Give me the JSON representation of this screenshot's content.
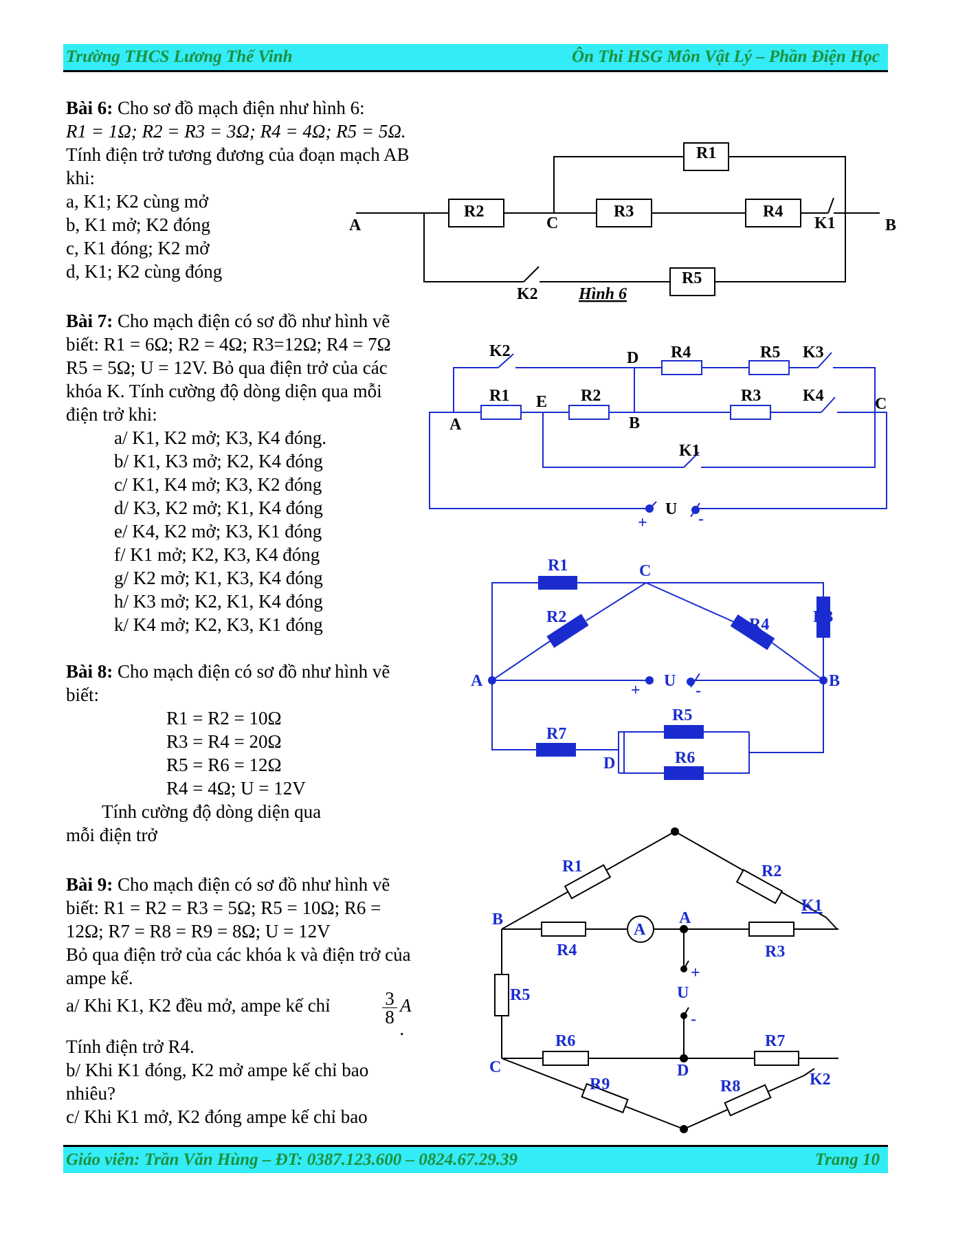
{
  "header": {
    "school": "Trường THCS Lương Thế Vinh",
    "subject": "Ôn Thi HSG Môn Vật Lý – Phần Điện Học"
  },
  "footer": {
    "teacher": "Giáo viên: Trần Văn Hùng – ĐT: 0387.123.600 – 0824.67.29.39",
    "page": "Trang 10"
  },
  "bai6": {
    "title": "Bài 6:",
    "intro": " Cho sơ đồ mạch điện như hình 6:",
    "values": "R1 = 1Ω;   R2 = R3 = 3Ω;   R4 = 4Ω;   R5 = 5Ω.",
    "question": "Tính điện trở tương đương của đoạn mạch AB khi:",
    "cases": [
      "a, K1; K2 cùng mở",
      "b, K1 mở; K2 đóng",
      "c, K1 đóng; K2 mở",
      "d, K1; K2 cùng đóng"
    ],
    "figure": {
      "caption": "Hình 6",
      "labels": {
        "r1": "R1",
        "r2": "R2",
        "r3": "R3",
        "r4": "R4",
        "r5": "R5",
        "a": "A",
        "b": "B",
        "c": "C",
        "k1": "K1",
        "k2": "K2"
      }
    }
  },
  "bai7": {
    "title": "Bài 7:",
    "intro": " Cho mạch điện có sơ đồ như hình vẽ biết: R1 = 6Ω; R2 = 4Ω; R3=12Ω; R4 = 7Ω",
    "line2": "R5 = 5Ω; U = 12V. Bỏ qua điện trở của các khóa K. Tính cường độ dòng diện qua mỗi điện trở khi:",
    "cases": [
      "a/ K1, K2 mở; K3, K4 đóng.",
      "b/ K1, K3 mở; K2, K4 đóng",
      "c/ K1, K4 mở; K3, K2 đóng",
      "d/ K3, K2 mở; K1, K4 đóng",
      "e/ K4, K2 mở; K3, K1 đóng",
      "f/ K1 mở; K2, K3, K4 đóng",
      "g/ K2 mở; K1, K3, K4 đóng",
      "h/ K3 mở; K2, K1, K4 đóng",
      "k/ K4 mở; K2, K3, K1 đóng"
    ],
    "figure": {
      "labels": {
        "k2": "K2",
        "d": "D",
        "r4": "R4",
        "r5": "R5",
        "k3": "K3",
        "r1": "R1",
        "e": "E",
        "r2": "R2",
        "r3": "R3",
        "k4": "K4",
        "c": "C",
        "a": "A",
        "b": "B",
        "k1": "K1",
        "u": "U",
        "plus": "+",
        "minus": "-"
      }
    }
  },
  "bai8": {
    "title": "Bài 8:",
    "intro": " Cho mạch điện có sơ đồ như hình vẽ biết:",
    "values": [
      "R1 =  R2 = 10Ω",
      "R3 =  R4 = 20Ω",
      "R5 = R6 = 12Ω",
      "R4 = 4Ω; U = 12V"
    ],
    "question1": "Tính cường độ dòng diện qua",
    "question2": "mỗi điện trở",
    "figure": {
      "labels": {
        "r1": "R1",
        "c": "C",
        "r3": "R3",
        "r2": "R2",
        "r4": "R4",
        "a": "A",
        "b": "B",
        "u": "U",
        "plus": "+",
        "minus": "-",
        "r7": "R7",
        "r5": "R5",
        "r6": "R6",
        "d": "D"
      }
    }
  },
  "bai9": {
    "title": "Bài 9:",
    "intro": " Cho mạch điện có sơ đồ như hình vẽ biết: R1 =  R2 = R3 = 5Ω; R5 = 10Ω; R6 = 12Ω; R7 = R8 = R9 = 8Ω; U = 12V",
    "line2": "Bỏ qua điện trở của các khóa k và điện trở của ampe kế.",
    "qa_pre": "a/ Khi K1, K2 đều mở, ampe kế chỉ",
    "frac_num": "3",
    "frac_den": "8",
    "qa_post": "A .",
    "qa2": "Tính điện trở R4.",
    "qb": "b/ Khi K1 đóng, K2 mở ampe kế chỉ bao nhiêu?",
    "qc": "c/ Khi K1 mở, K2 đóng ampe kế chỉ bao",
    "figure": {
      "labels": {
        "r1": "R1",
        "r2": "R2",
        "k1": "K1",
        "b": "B",
        "a": "A",
        "amp": "A",
        "r4": "R4",
        "r3": "R3",
        "plus": "+",
        "u": "U",
        "minus": "-",
        "r5": "R5",
        "r6": "R6",
        "r7": "R7",
        "c": "C",
        "d": "D",
        "k2": "K2",
        "r9": "R9",
        "r8": "R8"
      }
    }
  }
}
